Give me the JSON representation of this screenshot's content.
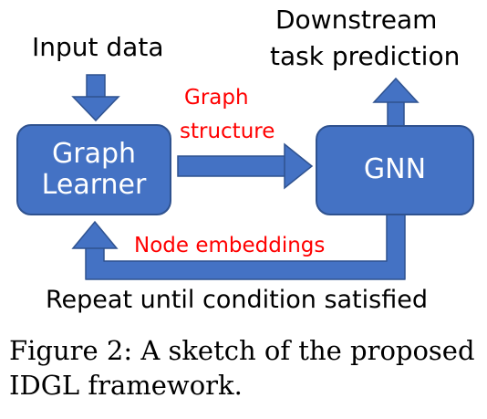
{
  "diagram": {
    "input_label": "Input data",
    "output_label_line1": "Downstream",
    "output_label_line2": "task prediction",
    "graph_learner_line1": "Graph",
    "graph_learner_line2": "Learner",
    "gnn_label": "GNN",
    "edge_graph_structure_line1": "Graph",
    "edge_graph_structure_line2": "structure",
    "edge_node_embeddings": "Node embeddings",
    "loop_label": "Repeat until condition satisfied",
    "box_color": "#4472c4",
    "arrow_color": "#4472c4",
    "red_label_color": "#ff0000"
  },
  "caption": {
    "line1": "Figure 2:  A sketch of the proposed",
    "line2": "IDGL framework."
  }
}
